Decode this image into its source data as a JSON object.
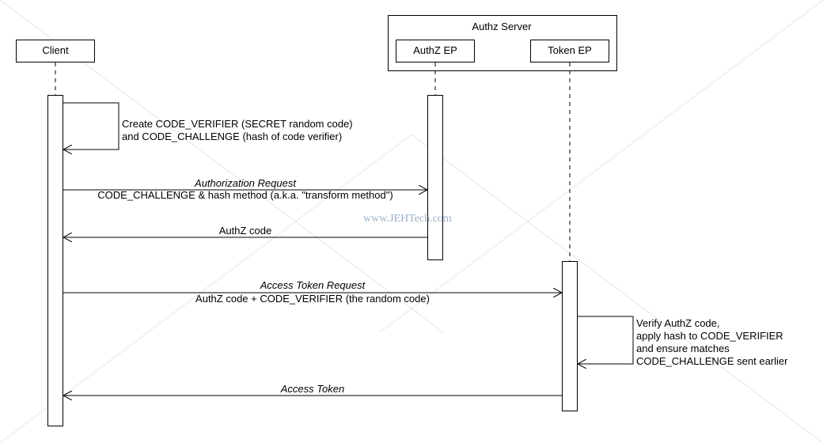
{
  "group": {
    "title": "Authz Server"
  },
  "participants": {
    "client": "Client",
    "authz_ep": "AuthZ EP",
    "token_ep": "Token EP"
  },
  "messages": {
    "self_client": [
      "Create CODE_VERIFIER (SECRET random code)",
      "and CODE_CHALLENGE (hash of code verifier)"
    ],
    "auth_request": {
      "title": "Authorization Request",
      "detail": "CODE_CHALLENGE & hash method (a.k.a. \"transform method\")"
    },
    "auth_code": "AuthZ code",
    "token_request": {
      "title": "Access Token Request",
      "detail": "AuthZ code + CODE_VERIFIER (the random code)"
    },
    "self_token": [
      "Verify AuthZ code,",
      "apply hash to CODE_VERIFIER",
      "and ensure matches",
      "CODE_CHALLENGE sent earlier"
    ],
    "access_token": "Access Token"
  },
  "watermark": "www.JEHTech.com",
  "colors": {
    "line": "#000000",
    "watermark": "#9ab0c8",
    "background": "#ffffff"
  }
}
